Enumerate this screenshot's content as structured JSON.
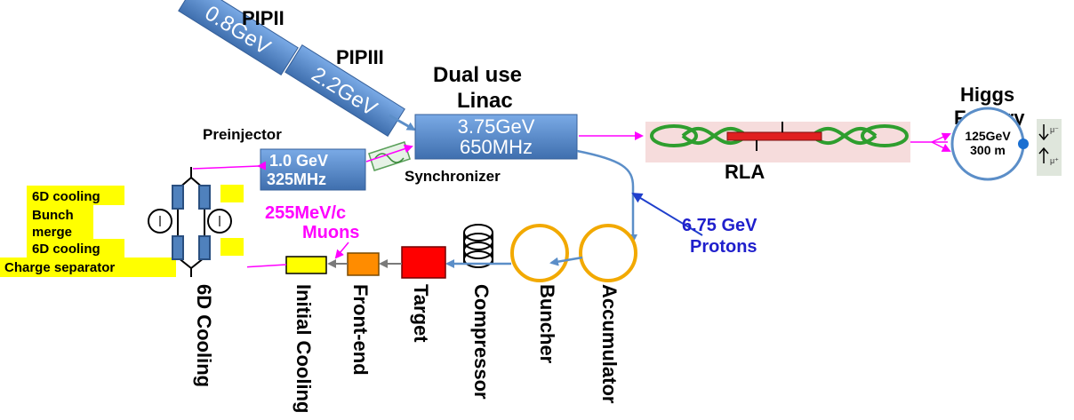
{
  "labels": {
    "pipii": "PIPII",
    "pipiii": "PIPIII",
    "dual_use_1": "Dual use",
    "dual_use_2": "Linac",
    "preinjector": "Preinjector",
    "synchronizer": "Synchronizer",
    "rla": "RLA",
    "higgs_1": "Higgs",
    "higgs_2": "Factory",
    "protons_1": "6.75 GeV",
    "protons_2": "Protons",
    "muons_1": "255MeV/c",
    "muons_2": "Muons"
  },
  "boxes": {
    "pipii_energy": "0.8GeV",
    "pipiii_energy": "2.2GeV",
    "linac_energy": "3.75GeV",
    "linac_freq": "650MHz",
    "preinjector_energy": "1.0 GeV",
    "preinjector_freq": "325MHz",
    "higgs_energy": "125GeV",
    "higgs_size": "300 m"
  },
  "cooling_labels": {
    "cool_1": "6D cooling",
    "bunch_1": "Bunch",
    "bunch_2": "merge",
    "cool_2": "6D cooling",
    "charge_sep": "Charge separator"
  },
  "stages": {
    "cooling_6d": "6D Cooling",
    "initial_cooling": "Initial Cooling",
    "front_end": "Front-end",
    "target": "Target",
    "compressor": "Compressor",
    "buncher": "Buncher",
    "accumulator": "Accumulator"
  },
  "colors": {
    "box_blue": "#4f81bd",
    "box_blue_light": "#6fa0dc",
    "arrow_magenta": "#ff00ff",
    "text_blue": "#1f1fcc",
    "muon_magenta": "#ff00ff",
    "target_red": "#ff0000",
    "frontend_orange": "#ff8c00",
    "cooling_yellow": "#ffff00",
    "ring_orange": "#f2a900",
    "rla_green": "#2e9e2e",
    "rla_red": "#e02020",
    "rla_bg": "#f6dcdc"
  }
}
